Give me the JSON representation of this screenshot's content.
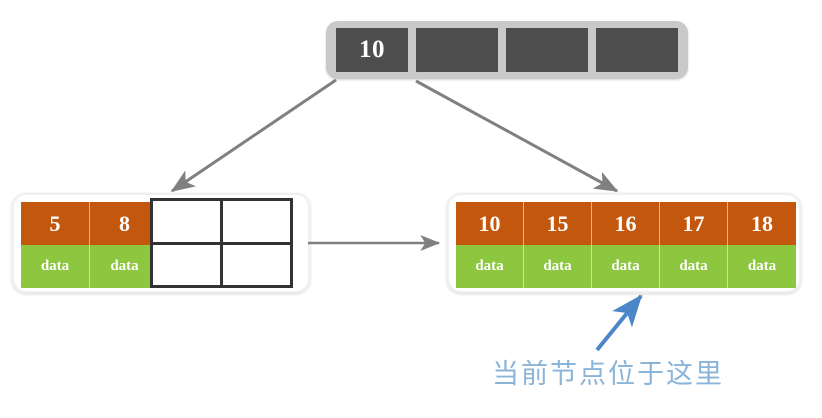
{
  "diagram": {
    "title": "B+ tree leaf node split illustration",
    "colors": {
      "key_orange": "#c4570e",
      "data_green": "#8dc63f",
      "internal_gray": "#4d4d4d",
      "node_frame_gray": "#c9c9c9",
      "arrow_gray": "#808080",
      "annotation_blue": "#8ab4d8"
    },
    "root_node": {
      "name": "root-internal-node",
      "slots": [
        "10",
        "",
        "",
        ""
      ],
      "slot_count": 4,
      "filled_count": 1
    },
    "leaf_left": {
      "name": "left-leaf-node",
      "keys": [
        "5",
        "8"
      ],
      "values": [
        "data",
        "data"
      ],
      "empty_slots": 2
    },
    "leaf_right": {
      "name": "right-leaf-node",
      "keys": [
        "10",
        "15",
        "16",
        "17",
        "18"
      ],
      "values": [
        "data",
        "data",
        "data",
        "data",
        "data"
      ],
      "empty_slots": 0
    },
    "annotation": {
      "text": "当前节点位于这里"
    },
    "edges": [
      {
        "name": "root-to-left-leaf",
        "from": "root-node",
        "to": "left-leaf-node"
      },
      {
        "name": "root-to-right-leaf",
        "from": "root-node",
        "to": "right-leaf-node"
      },
      {
        "name": "leaf-sibling-link",
        "from": "left-leaf-node",
        "to": "right-leaf-node"
      },
      {
        "name": "annotation-pointer",
        "from": "annotation",
        "to": "right-leaf-node"
      }
    ]
  }
}
